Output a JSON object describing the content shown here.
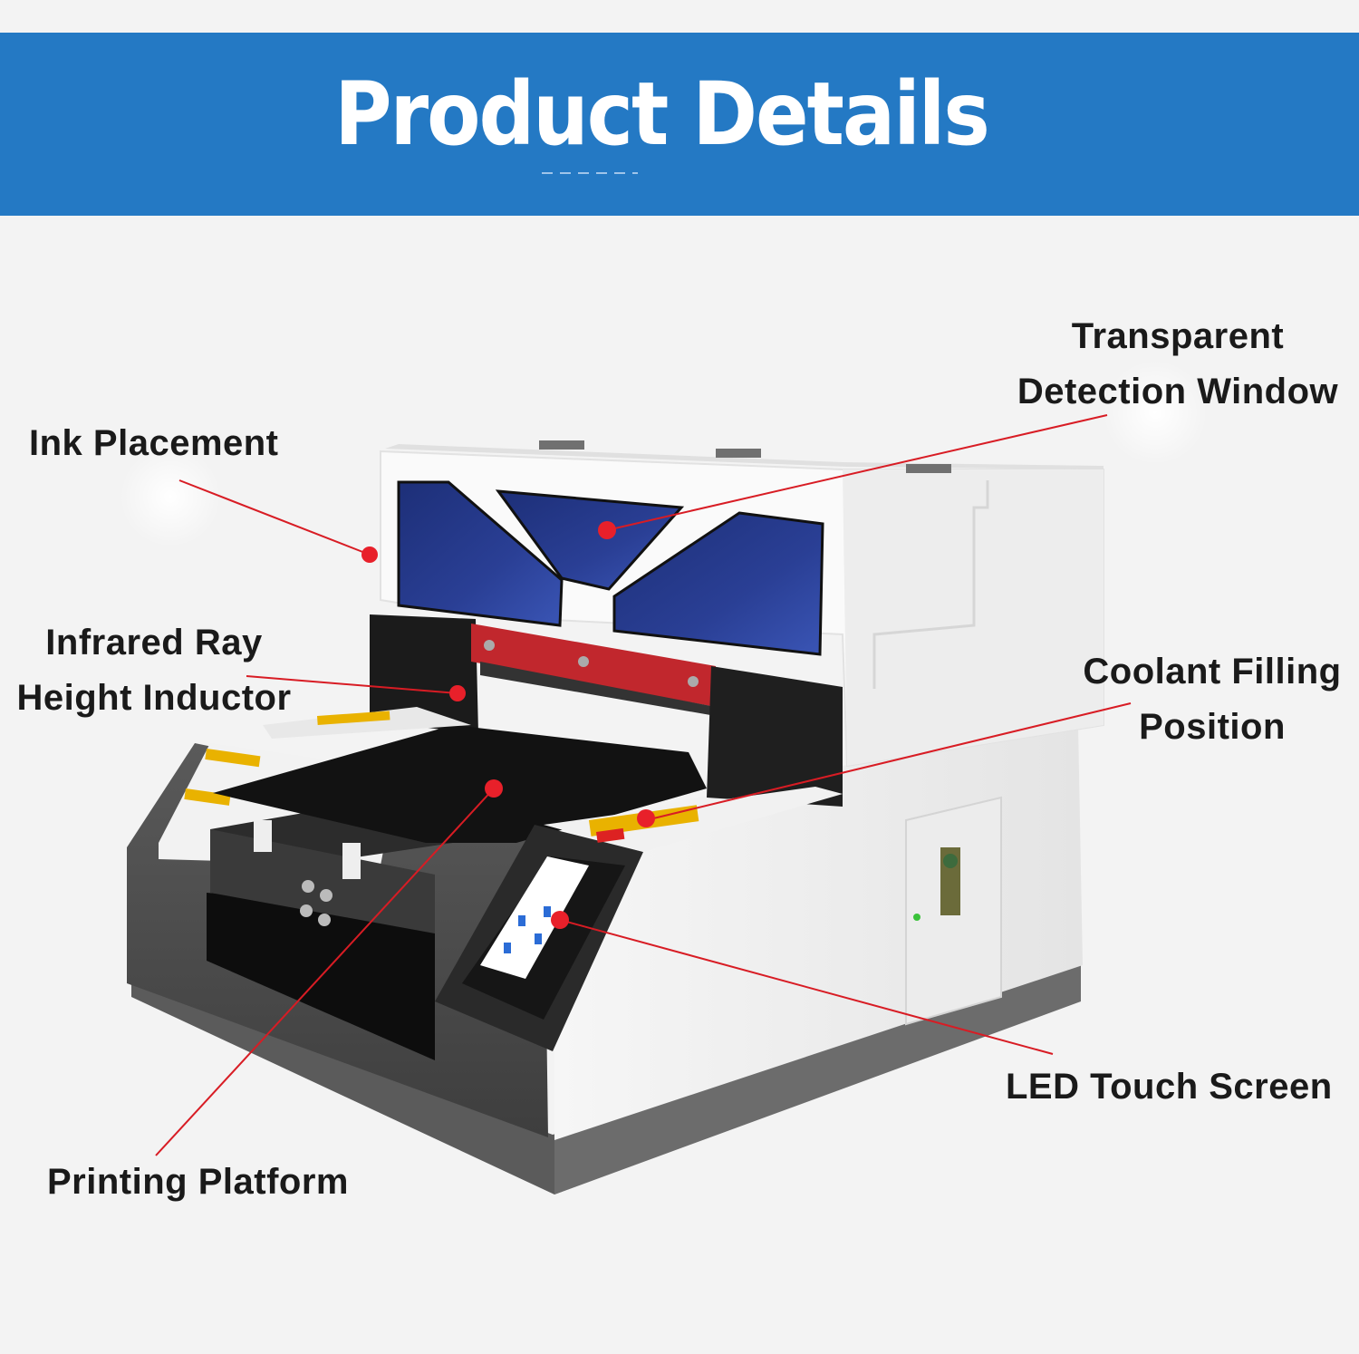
{
  "header": {
    "title": "Product Details"
  },
  "callouts": {
    "ink_placement": "Ink Placement",
    "transparent_window": [
      "Transparent",
      "Detection Window"
    ],
    "infrared_ray": [
      "Infrared Ray",
      "Height Inductor"
    ],
    "coolant_filling": [
      "Coolant Filling",
      "Position"
    ],
    "led_touch_screen": "LED Touch Screen",
    "printing_platform": "Printing Platform"
  },
  "colors": {
    "banner": "#2479c4",
    "callout_line": "#d81c24",
    "callout_dot": "#e8202a"
  },
  "icons": {
    "printer": "uv-flatbed-printer-illustration"
  }
}
